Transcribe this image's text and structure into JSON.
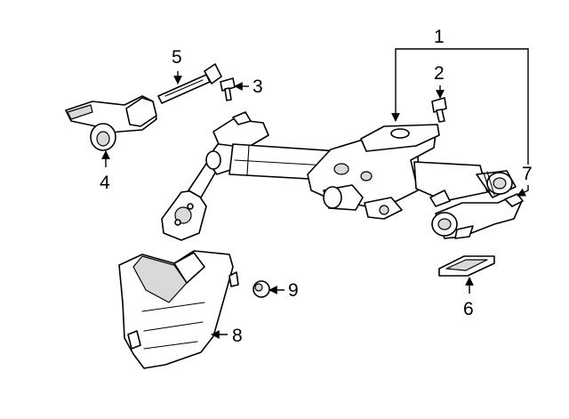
{
  "callouts": {
    "c1": "1",
    "c2": "2",
    "c3": "3",
    "c4": "4",
    "c5": "5",
    "c6": "6",
    "c7": "7",
    "c8": "8",
    "c9": "9"
  },
  "colors": {
    "line": "#000000",
    "fill": "#ffffff",
    "shade": "#d9d9d9"
  }
}
